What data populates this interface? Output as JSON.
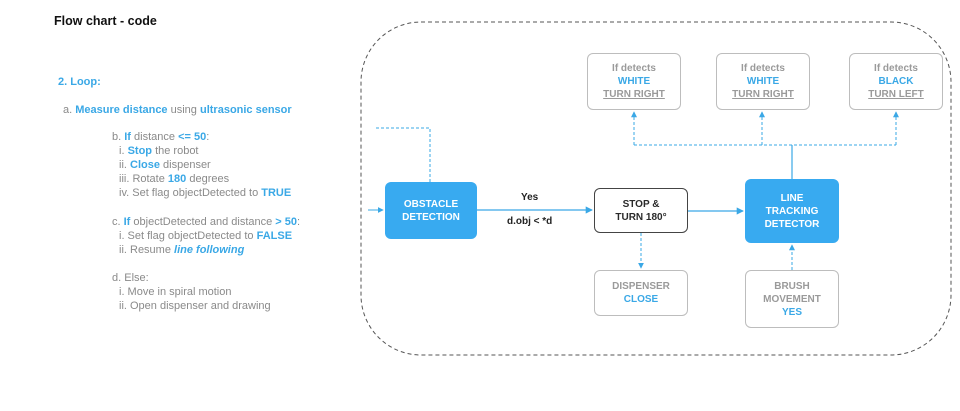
{
  "title": "Flow chart - code",
  "steps": {
    "loop": "2. Loop:",
    "a": {
      "prefix": "a. ",
      "b1": "Measure distance",
      "m1": " using ",
      "b2": "ultrasonic sensor"
    },
    "b": {
      "prefix": "b. ",
      "kw": "If",
      "text": " distance ",
      "op": "<= 50",
      "tail": ":"
    },
    "b_i": {
      "prefix": "i. ",
      "kw": "Stop",
      "text": " the robot"
    },
    "b_ii": {
      "prefix": "ii. ",
      "kw": "Close",
      "text": " dispenser"
    },
    "b_iii": {
      "prefix": "iii. Rotate ",
      "kw": "180",
      "text": " degrees"
    },
    "b_iv": {
      "prefix": "iv. Set flag objectDetected to ",
      "kw": "TRUE"
    },
    "c": {
      "prefix": "c. ",
      "kw": "If",
      "text": " objectDetected and distance ",
      "op": "> 50",
      "tail": ":"
    },
    "c_i": {
      "prefix": "i. Set flag objectDetected to ",
      "kw": "FALSE"
    },
    "c_ii": {
      "prefix": "ii. Resume ",
      "kw": "line following"
    },
    "d": "d. Else:",
    "d_i": "i. Move in spiral motion",
    "d_ii": "ii. Open dispenser and drawing"
  },
  "flow": {
    "obstacle": [
      "OBSTACLE",
      "DETECTION"
    ],
    "stop": [
      "STOP &",
      "TURN 180°"
    ],
    "line": [
      "LINE",
      "TRACKING",
      "DETECTOR"
    ],
    "dispenser": [
      "DISPENSER",
      "CLOSE"
    ],
    "brush": [
      "BRUSH",
      "MOVEMENT",
      "YES"
    ],
    "white1": [
      "If detects",
      "WHITE",
      "TURN RIGHT"
    ],
    "white2": [
      "If detects",
      "WHITE",
      "TURN RIGHT"
    ],
    "black": [
      "If detects",
      "BLACK",
      "TURN LEFT"
    ],
    "yes_label": "Yes",
    "cond_label": "d.obj < *d"
  },
  "colors": {
    "accent": "#38aaf0",
    "muted": "#8a8a8a",
    "border": "#444444"
  }
}
